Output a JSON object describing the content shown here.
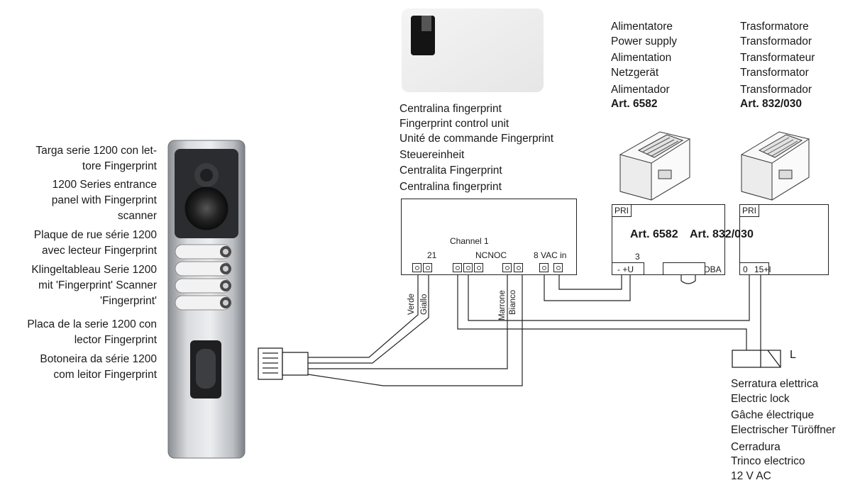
{
  "panel_caption": {
    "lines": [
      "Targa serie 1200 con let-",
      "tore Fingerprint",
      "1200 Series entrance",
      "panel with Fingerprint",
      "scanner",
      "Plaque de rue série 1200",
      "avec lecteur Fingerprint",
      "Klingeltableau Serie 1200",
      "mit 'Fingerprint' Scanner",
      "'Fingerprint'",
      "Placa de la serie 1200 con",
      "lector Fingerprint",
      "Botoneira da série 1200",
      "com leitor Fingerprint"
    ]
  },
  "control_unit_caption": {
    "lines": [
      "Centralina fingerprint",
      "Fingerprint control unit",
      "Unité de commande Fingerprint",
      "Steuereinheit",
      "Centralita Fingerprint",
      "Centralina fingerprint"
    ]
  },
  "power_supply_caption": {
    "lines": [
      "Alimentatore",
      "Power supply",
      "Alimentation",
      "Netzgerät",
      "Alimentador"
    ],
    "article": "Art. 6582"
  },
  "transformer_caption": {
    "lines": [
      "Trasformatore",
      "Transformador",
      "Transformateur",
      "Transformator",
      "Transformador"
    ],
    "article": "Art. 832/030"
  },
  "control_unit_box": {
    "channel_label": "Channel 1",
    "term_21": "21",
    "term_ncnoc": "NCNOC",
    "term_vac": "8 VAC in"
  },
  "power_box": {
    "pri": "PRI",
    "article_label": "Art. 6582",
    "term_3": "3",
    "term_minus_plus": "- +U",
    "term_dba": "DBA"
  },
  "transformer_box": {
    "pri": "PRI",
    "article_label": "Art. 832/030",
    "term_0": "0",
    "term_15": "15+I"
  },
  "wire_labels": {
    "verde": "Verde",
    "giallo": "Giallo",
    "marrone": "Marrone",
    "bianco": "Bianco"
  },
  "lock_caption": {
    "symbol": "L",
    "lines": [
      "Serratura elettrica",
      "Electric lock",
      "Gâche électrique",
      "Electrischer Türöffner",
      "Cerradura",
      "Trinco  electrico",
      "12 V AC"
    ]
  }
}
